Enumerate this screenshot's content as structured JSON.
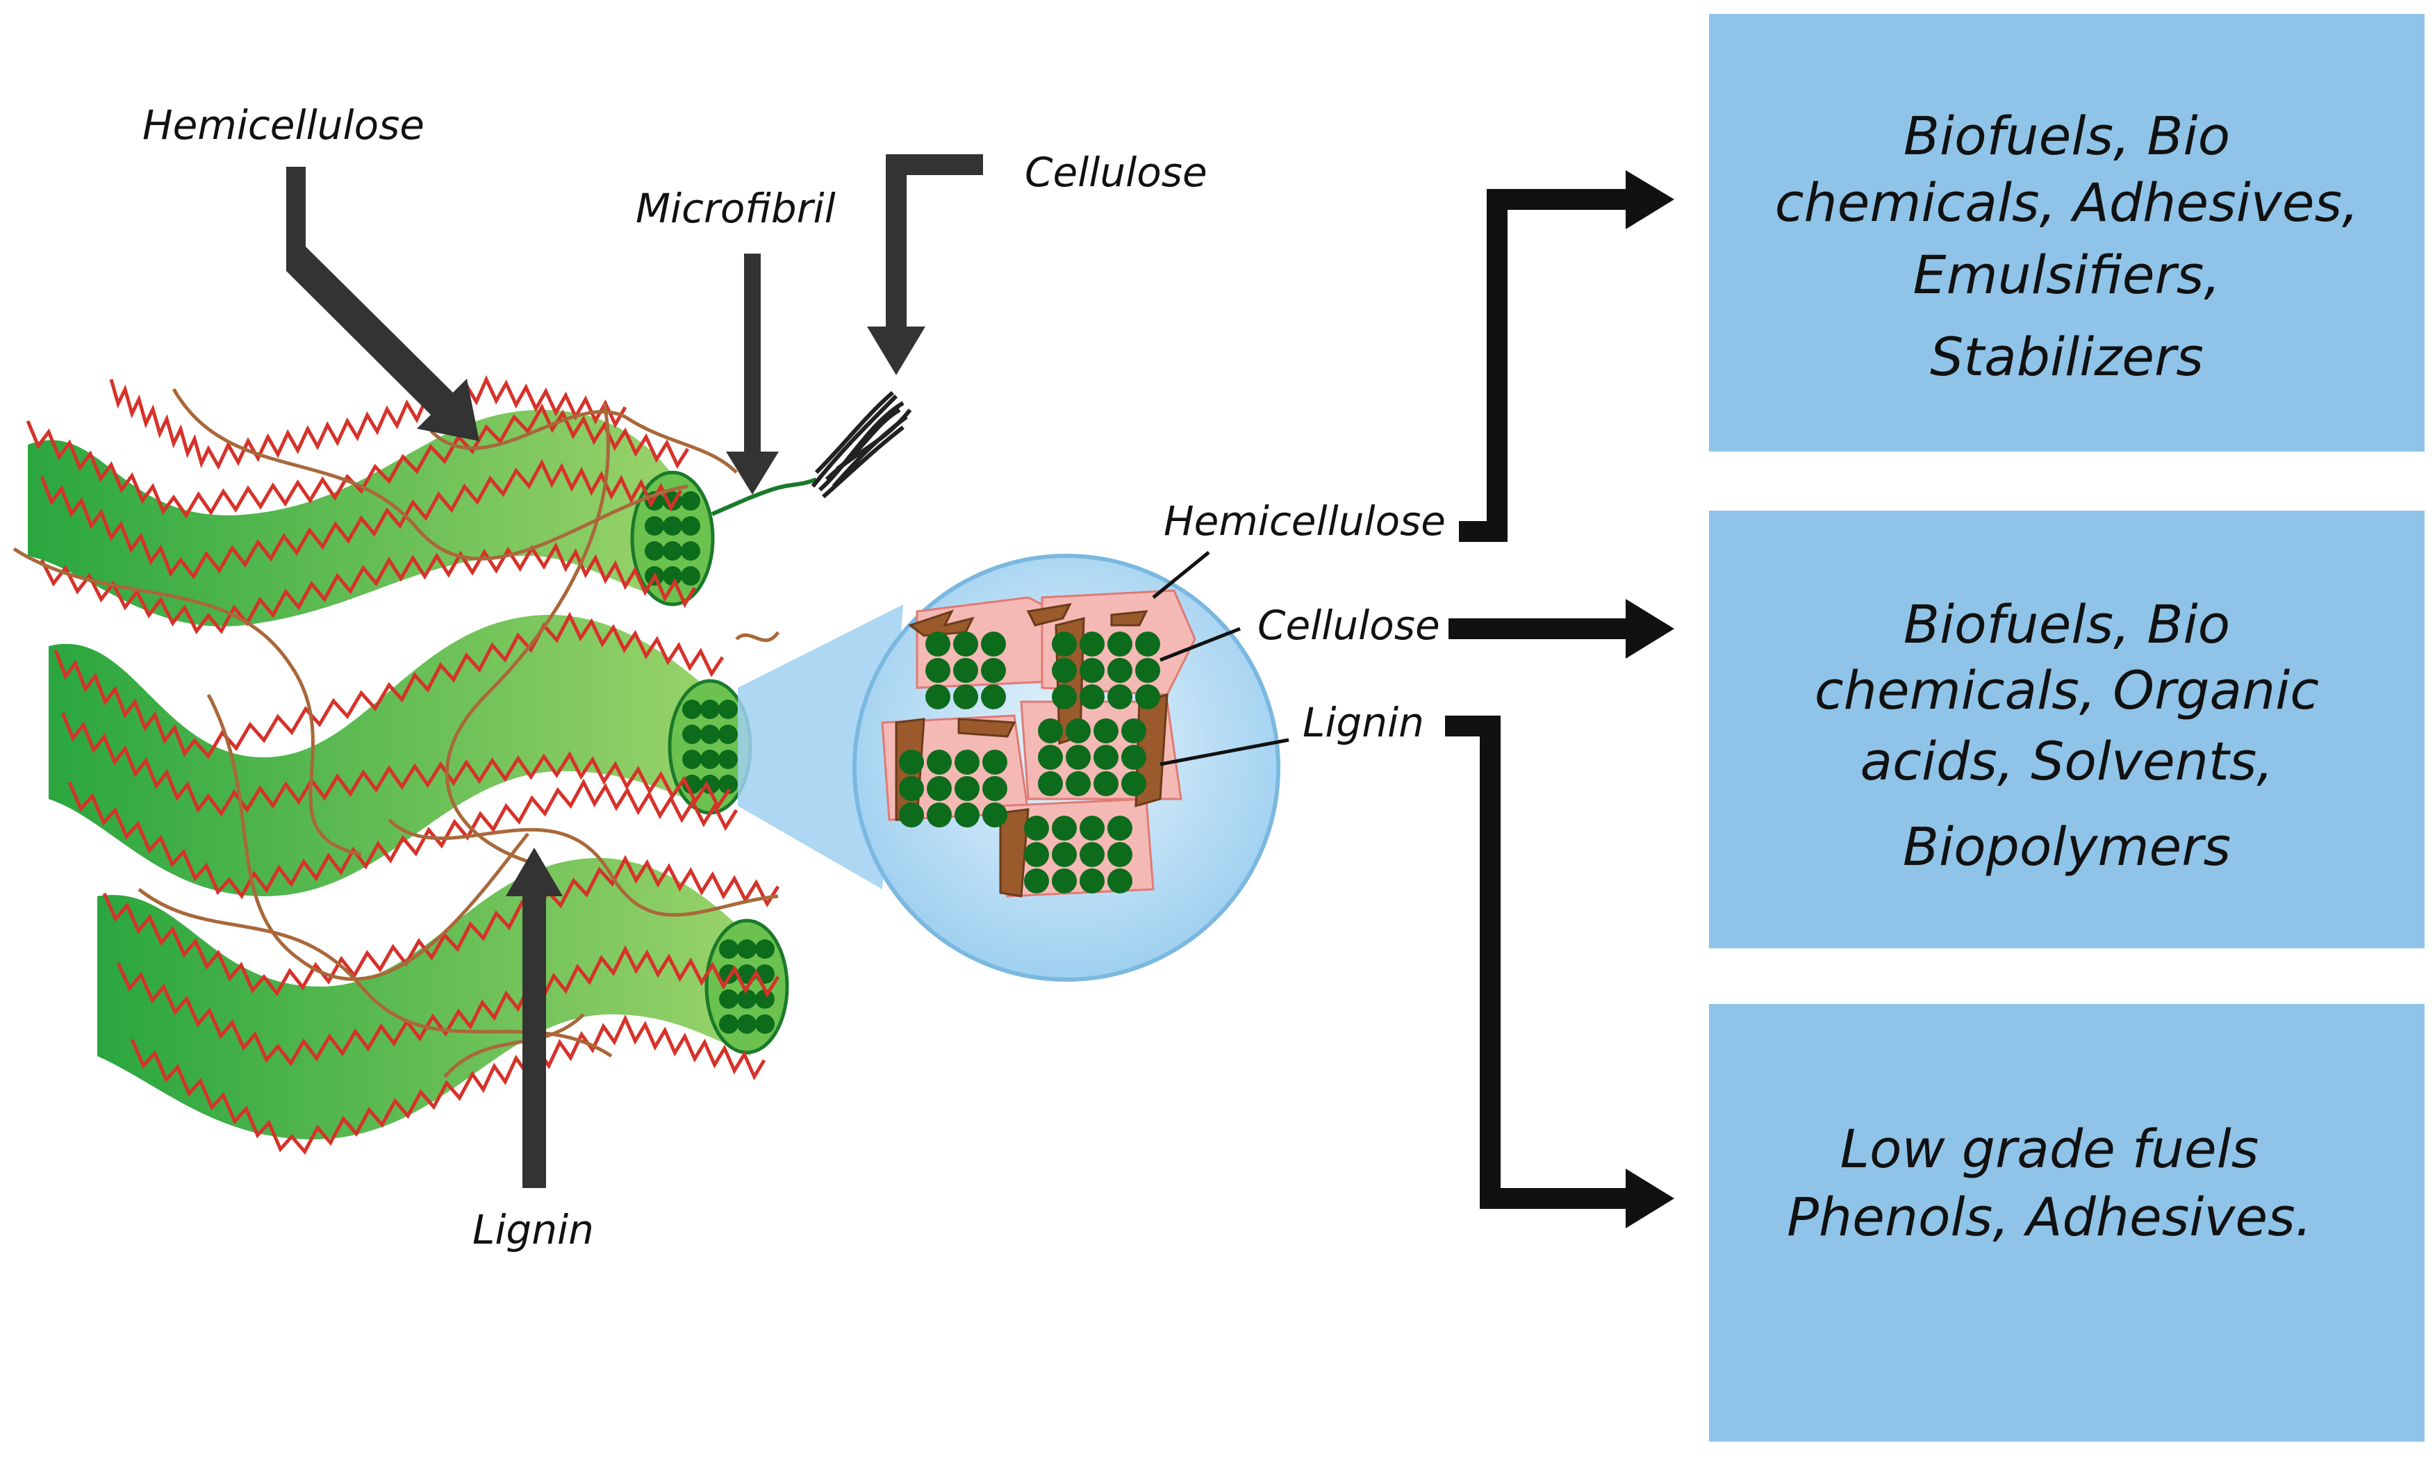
{
  "labels": {
    "hemicellulose_top": "Hemicellulose",
    "microfibril": "Microfibril",
    "cellulose_top": "Cellulose",
    "lignin_bottom": "Lignin",
    "hemicellulose_mid": "Hemicellulose",
    "cellulose_mid": "Cellulose",
    "lignin_mid": "Lignin"
  },
  "boxes": [
    {
      "lines": [
        "Biofuels, Bio",
        "chemicals, Adhesives,",
        "Emulsifiers,",
        "Stabilizers"
      ]
    },
    {
      "lines": [
        "Biofuels, Bio",
        "chemicals, Organic",
        "acids, Solvents,",
        "Biopolymers"
      ]
    },
    {
      "lines": [
        "Low grade fuels",
        "Phenols, Adhesives."
      ]
    }
  ],
  "colors": {
    "box_fill": "#8fc4e8",
    "fiber_green": "#3bb34a",
    "hemicellulose_red": "#d6322a",
    "lignin_brown": "#a9683a",
    "arrow_dark": "#333333",
    "cellulose_dot": "#0d6b1c"
  }
}
